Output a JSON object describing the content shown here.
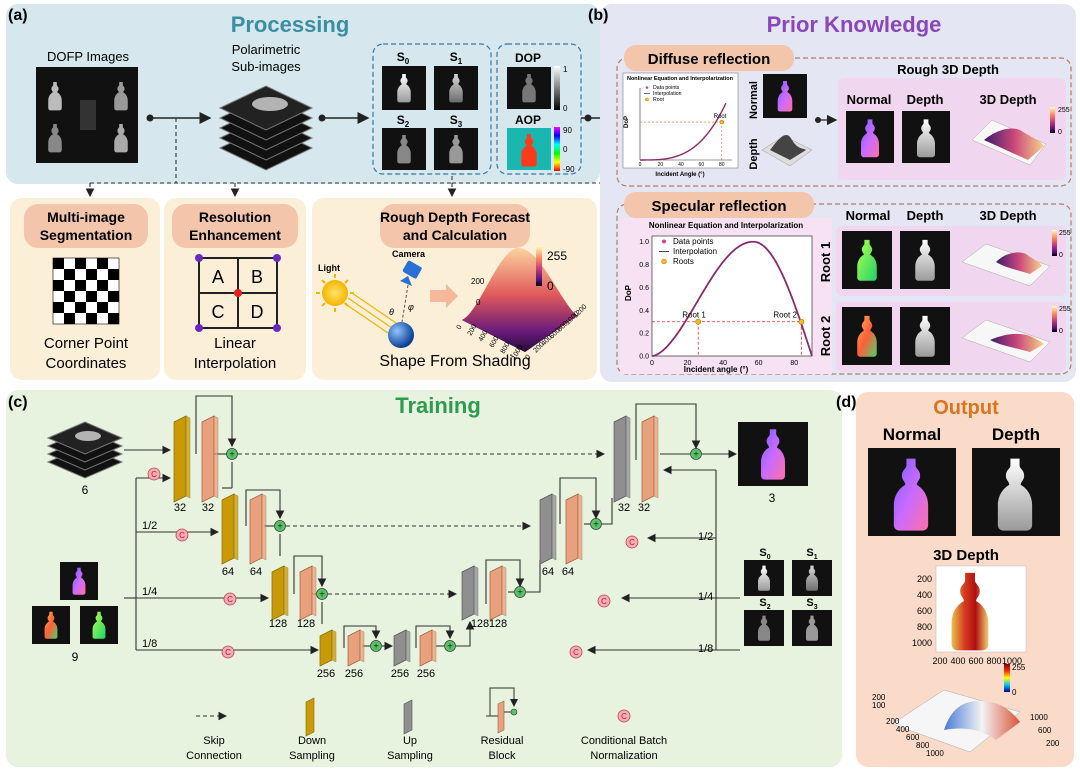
{
  "panels": {
    "a": {
      "letter": "(a)",
      "title": "Processing"
    },
    "b": {
      "letter": "(b)",
      "title": "Prior Knowledge"
    },
    "c": {
      "letter": "(c)",
      "title": "Training"
    },
    "d": {
      "letter": "(d)",
      "title": "Output"
    }
  },
  "processing": {
    "dofp_label": "DOFP Images",
    "polar_label_1": "Polarimetric",
    "polar_label_2": "Sub-images",
    "stokes": [
      "S",
      "S",
      "S",
      "S"
    ],
    "stokes_sub": [
      "0",
      "1",
      "2",
      "3"
    ],
    "dop_label": "DOP",
    "aop_label": "AOP",
    "dop_scale": [
      "1",
      "0"
    ],
    "aop_scale": [
      "90",
      "0",
      "-90"
    ]
  },
  "sub_boxes": {
    "segmentation": {
      "title_1": "Multi-image",
      "title_2": "Segmentation",
      "caption_1": "Corner Point",
      "caption_2": "Coordinates"
    },
    "resolution": {
      "title_1": "Resolution",
      "title_2": "Enhancement",
      "cells": [
        "A",
        "B",
        "C",
        "D"
      ],
      "caption_1": "Linear",
      "caption_2": "Interpolation"
    },
    "depth": {
      "title_1": "Rough Depth Forecast",
      "title_2": "and Calculation",
      "light": "Light",
      "camera": "Camera",
      "theta": "θ",
      "phi": "φ",
      "caption": "Shape From Shading",
      "cbar_max": "255",
      "cbar_min": "0",
      "ticks": [
        "200",
        "0",
        "200",
        "400",
        "600",
        "800",
        "1000",
        "0",
        "200",
        "400",
        "600",
        "800",
        "1000",
        "1200"
      ]
    }
  },
  "prior": {
    "diffuse": {
      "title": "Diffuse reflection",
      "plot_title": "Nonlinear Equation and Interpolarization",
      "legend": [
        "Data points",
        "Interpolation",
        "Root"
      ],
      "root_label": "Root",
      "xlabel": "Incident Angle (°)",
      "ylabel": "DoP",
      "xticks": [
        "0",
        "20",
        "40",
        "60",
        "80"
      ],
      "side_labels": [
        "Normal",
        "Depth"
      ],
      "rough_title": "Rough 3D Depth",
      "cols": [
        "Normal",
        "Depth",
        "3D Depth"
      ],
      "cbar": [
        "255",
        "0"
      ]
    },
    "specular": {
      "title": "Specular reflection",
      "plot_title": "Nonlinear Equation and Interpolarization",
      "legend": [
        "Data points",
        "Interpolation",
        "Roots"
      ],
      "root1": "Root 1",
      "root2": "Root 2",
      "xlabel": "Incident angle (°)",
      "ylabel": "DoP",
      "xticks": [
        "0",
        "20",
        "40",
        "60",
        "80"
      ],
      "yticks": [
        "0.0",
        "0.2",
        "0.4",
        "0.6",
        "0.8",
        "1.0"
      ],
      "cols": [
        "Normal",
        "Depth",
        "3D Depth"
      ],
      "rows": [
        "Root 1",
        "Root 2"
      ],
      "cbar": [
        "255",
        "0"
      ]
    }
  },
  "training": {
    "input_count": "6",
    "cond_count": "9",
    "output_count": "3",
    "scales": [
      "1/2",
      "1/4",
      "1/8"
    ],
    "right_scales": [
      "1/2",
      "1/4",
      "1/8"
    ],
    "enc_channels": [
      "32",
      "32",
      "64",
      "64",
      "128",
      "128",
      "256",
      "256"
    ],
    "mid_channels": [
      "256",
      "256"
    ],
    "dec_channels": [
      "128",
      "128",
      "64",
      "64",
      "32",
      "32"
    ],
    "stokes": [
      "S",
      "S",
      "S",
      "S"
    ],
    "stokes_sub": [
      "0",
      "1",
      "2",
      "3"
    ],
    "cbn_symbol": "C",
    "plus_symbol": "+",
    "legend": {
      "skip_1": "Skip",
      "skip_2": "Connection",
      "down_1": "Down",
      "down_2": "Sampling",
      "up_1": "Up",
      "up_2": "Sampling",
      "res_1": "Residual",
      "res_2": "Block",
      "cbn_1": "Conditional Batch",
      "cbn_2": "Normalization"
    }
  },
  "output": {
    "normal": "Normal",
    "depth": "Depth",
    "depth3d": "3D Depth",
    "yticks": [
      "200",
      "400",
      "600",
      "800",
      "1000"
    ],
    "xticks": [
      "200",
      "400",
      "600",
      "800",
      "1000"
    ],
    "cbar": [
      "255",
      "0"
    ],
    "bottom_ticks_a": [
      "200",
      "100"
    ],
    "bottom_ticks_b": [
      "200",
      "400",
      "600",
      "800",
      "1000"
    ],
    "bottom_ticks_c": [
      "1000",
      "600",
      "200"
    ]
  },
  "colors": {
    "processing_bg": "#d6e8ee",
    "prior_bg": "#e4e6f4",
    "sub_bg": "#fbefd8",
    "training_bg": "#e7f2df",
    "output_bg": "#fadbc9",
    "pill": "#f3c5aa",
    "title_processing": "#3b8fa0",
    "title_prior": "#8a47b8",
    "title_training": "#2e9c50",
    "title_output": "#d9741f",
    "down_block": "#c99a08",
    "up_block": "#8f8f8f",
    "res_block": "#e9a07c"
  }
}
